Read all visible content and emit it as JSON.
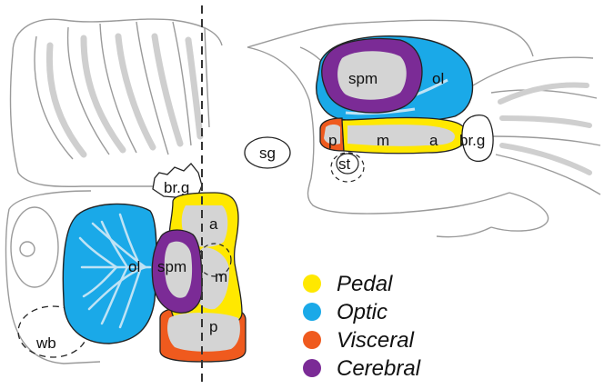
{
  "legend": [
    {
      "label": "Pedal",
      "color": "#ffe800"
    },
    {
      "label": "Optic",
      "color": "#1aa9e8"
    },
    {
      "label": "Visceral",
      "color": "#ef5a1e"
    },
    {
      "label": "Cerebral",
      "color": "#7b2b96"
    }
  ],
  "labels": {
    "brg_left": "br.g",
    "a_left": "a",
    "m_left": "m",
    "p_left": "p",
    "spm_left": "spm",
    "ol_left": "ol",
    "wb": "wb",
    "sg": "sg",
    "spm_right": "spm",
    "ol_right": "ol",
    "p_right": "p",
    "m_right": "m",
    "a_right": "a",
    "brg_right": "br.g",
    "st": "st"
  },
  "colors": {
    "outline": "#9a9a9a",
    "gray_fill": "#cfcfcf",
    "tissue": "#d4d4d4"
  }
}
